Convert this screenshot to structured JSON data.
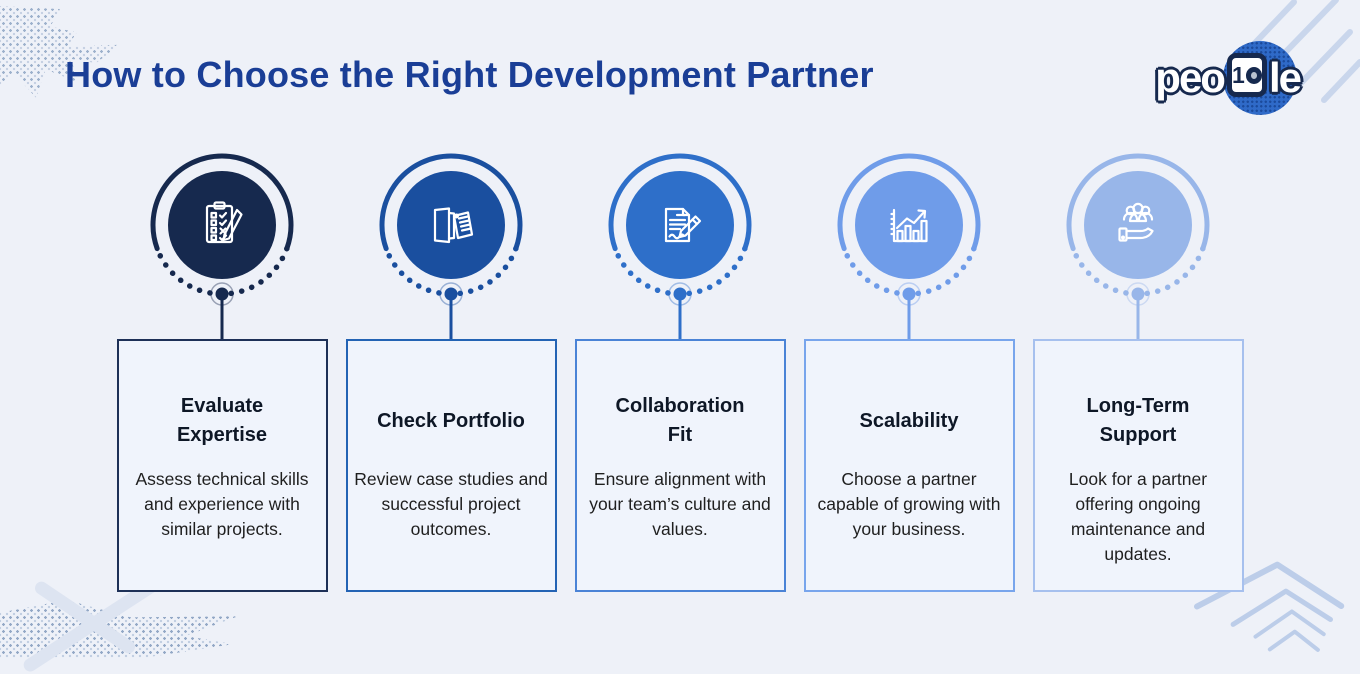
{
  "page": {
    "title": "How to Choose the Right Development Partner"
  },
  "logo": {
    "prefix": "peo",
    "boxed_digit_one": "1",
    "suffix": "le",
    "brand_reading": "people10"
  },
  "colors": {
    "background": "#eef1f8",
    "title_text": "#1a3e96",
    "card_background": "#f0f4fc",
    "card_title_text": "#0e1726",
    "card_body_text": "#1f1f1f",
    "logo_navy": "#16294e",
    "logo_blue": "#2f6ac8"
  },
  "steps": [
    {
      "title": "Evaluate Expertise",
      "description": "Assess technical skills and experience with similar projects.",
      "icon": "clipboard-checklist-icon",
      "accent": "#16294e",
      "border": "#1d3057"
    },
    {
      "title": "Check Portfolio",
      "description": "Review case studies and successful project outcomes.",
      "icon": "folder-documents-icon",
      "accent": "#1a4f9f",
      "border": "#2363b4"
    },
    {
      "title": "Collaboration Fit",
      "description": "Ensure alignment with your team’s culture and values.",
      "icon": "contract-signing-icon",
      "accent": "#2e6fc9",
      "border": "#4a83d6"
    },
    {
      "title": "Scalability",
      "description": "Choose a partner capable of growing with your business.",
      "icon": "growth-chart-icon",
      "accent": "#6f9ce9",
      "border": "#78a5ec"
    },
    {
      "title": "Long-Term Support",
      "description": "Look for a partner offering ongoing maintenance and updates.",
      "icon": "hand-holding-team-icon",
      "accent": "#98b6e9",
      "border": "#a6c0ee"
    }
  ]
}
